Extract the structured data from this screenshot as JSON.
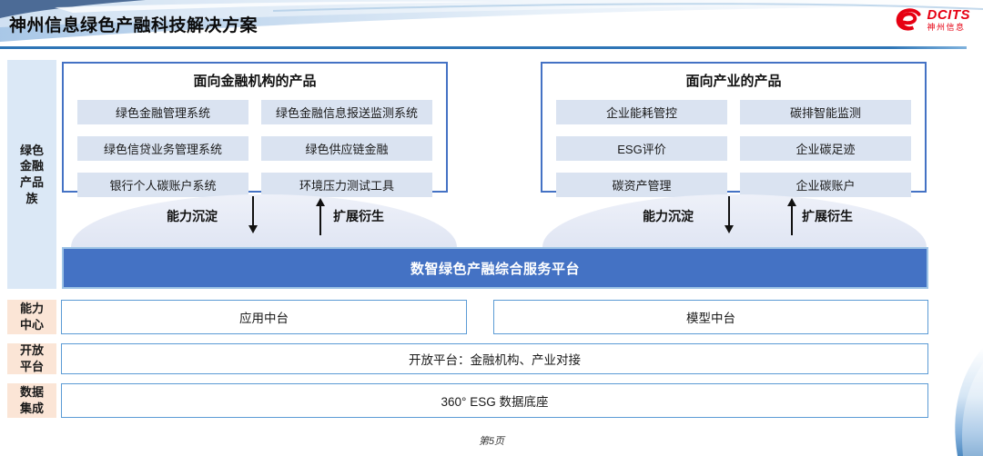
{
  "slide": {
    "title": "神州信息绿色产融科技解决方案",
    "page_footer": "第5页"
  },
  "logo": {
    "name": "DCITS",
    "subtitle": "神州信息"
  },
  "sidebar": {
    "product_family": "绿色金融产品族",
    "rows": [
      {
        "label": "能力中心"
      },
      {
        "label": "开放平台"
      },
      {
        "label": "数据集成"
      }
    ]
  },
  "finance_box": {
    "title": "面向金融机构的产品",
    "items": [
      "绿色金融管理系统",
      "绿色金融信息报送监测系统",
      "绿色信贷业务管理系统",
      "绿色供应链金融",
      "银行个人碳账户系统",
      "环境压力测试工具"
    ]
  },
  "industry_box": {
    "title": "面向产业的产品",
    "items": [
      "企业能耗管控",
      "碳排智能监测",
      "ESG评价",
      "企业碳足迹",
      "碳资产管理",
      "企业碳账户"
    ]
  },
  "arrows": {
    "down_label": "能力沉淀",
    "up_label": "扩展衍生"
  },
  "platform": {
    "title": "数智绿色产融综合服务平台"
  },
  "middle_rows": {
    "app": "应用中台",
    "model": "模型中台",
    "open": "开放平台：金融机构、产业对接",
    "data": "360° ESG 数据底座"
  },
  "colors": {
    "accent_blue": "#4472c4",
    "row_border_blue": "#5b9bd5",
    "bar_border_light": "#9dc3e6",
    "chip_bg": "#dae3f1",
    "sidebar_blue": "#dbe8f6",
    "sidebar_peach": "#fbe5d6",
    "title_rule_blue": "#2e75b6",
    "brand_red": "#e60012"
  }
}
